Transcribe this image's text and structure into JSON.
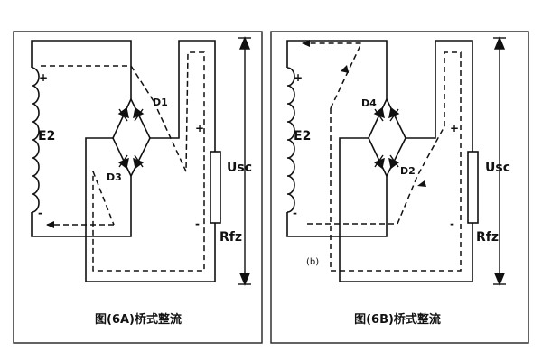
{
  "panel_a": {
    "source_label": "E2",
    "plus": "+",
    "minus": "-",
    "d1": "D1",
    "d3": "D3",
    "voltage_label": "Usc",
    "load_label": "Rfz",
    "load_plus": "+",
    "load_minus": "-",
    "caption": "图(6A)桥式整流"
  },
  "panel_b": {
    "source_label": "E2",
    "plus": "+",
    "minus": "-",
    "d4": "D4",
    "d2": "D2",
    "voltage_label": "Usc",
    "load_label": "Rfz",
    "load_plus": "+",
    "load_minus": "-",
    "note": "(b)",
    "caption": "图(6B)桥式整流"
  }
}
